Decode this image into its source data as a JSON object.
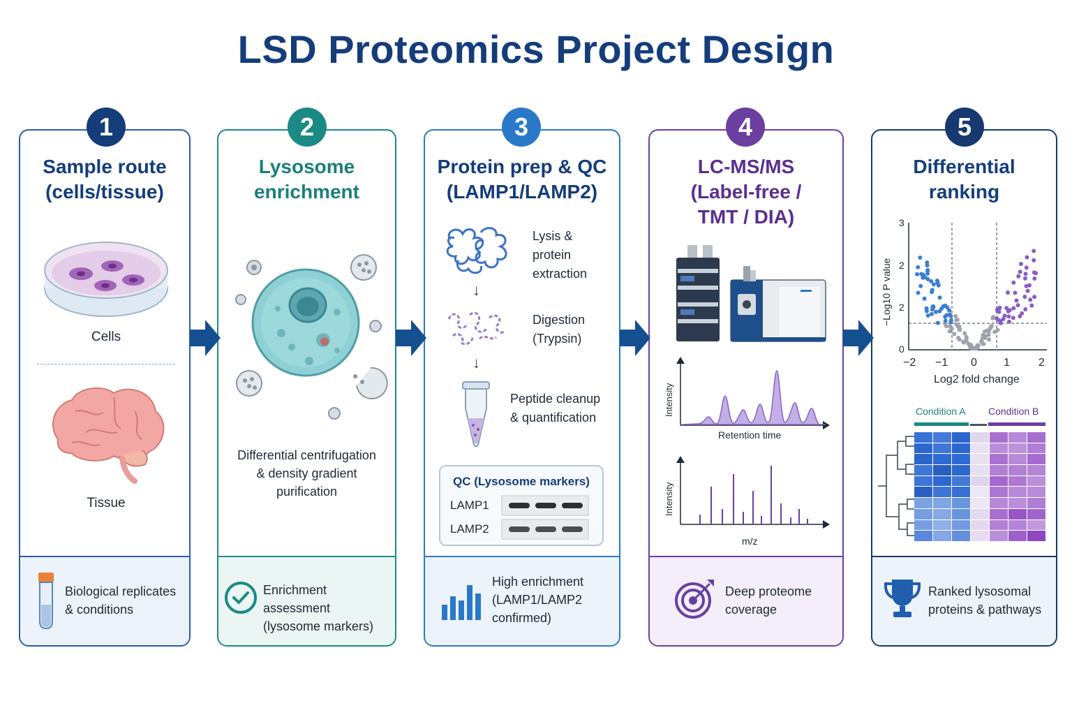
{
  "title": "LSD Proteomics Project Design",
  "colors": {
    "navy": "#143d7a",
    "teal": "#1b8a84",
    "blue": "#2a79c9",
    "purple": "#6b3fa0",
    "dark": "#163a70"
  },
  "steps": [
    {
      "number": "1",
      "title": "Sample route\n(cells/tissue)",
      "labels": [
        "Cells",
        "Tissue"
      ],
      "footer": "Biological replicates\n& conditions",
      "footer_icon": "sample-tube-icon"
    },
    {
      "number": "2",
      "title": "Lysosome\nenrichment",
      "caption": "Differential centrifugation\n& density gradient\npurification",
      "footer": "Enrichment assessment\n(lysosome markers)",
      "footer_icon": "check-circle-icon"
    },
    {
      "number": "3",
      "title": "Protein prep & QC\n(LAMP1/LAMP2)",
      "substeps": [
        "Lysis &\nprotein\nextraction",
        "Digestion\n(Trypsin)",
        "Peptide cleanup\n& quantification"
      ],
      "qc_title": "QC (Lysosome markers)",
      "qc_rows": [
        "LAMP1",
        "LAMP2"
      ],
      "footer": "High enrichment\n(LAMP1/LAMP2\nconfirmed)",
      "footer_icon": "bar-chart-icon"
    },
    {
      "number": "4",
      "title": "LC-MS/MS\n(Label-free /\nTMT / DIA)",
      "chromatogram": {
        "ylabel": "Intensity",
        "xlabel": "Retention time"
      },
      "spectrum": {
        "ylabel": "Intensity",
        "xlabel": "m/z"
      },
      "footer": "Deep proteome\ncoverage",
      "footer_icon": "target-icon"
    },
    {
      "number": "5",
      "title": "Differential\nranking",
      "volcano": {
        "ylabel": "−Log10 P value",
        "xlabel": "Log2 fold change",
        "xticks": [
          "−2",
          "−1",
          "0",
          "1",
          "2"
        ],
        "yticks": [
          "0",
          "2",
          "2",
          "3"
        ]
      },
      "heatmap": {
        "conditions": [
          "Condition A",
          "Condition B"
        ]
      },
      "footer": "Ranked lysosomal\nproteins & pathways",
      "footer_icon": "trophy-icon"
    }
  ]
}
